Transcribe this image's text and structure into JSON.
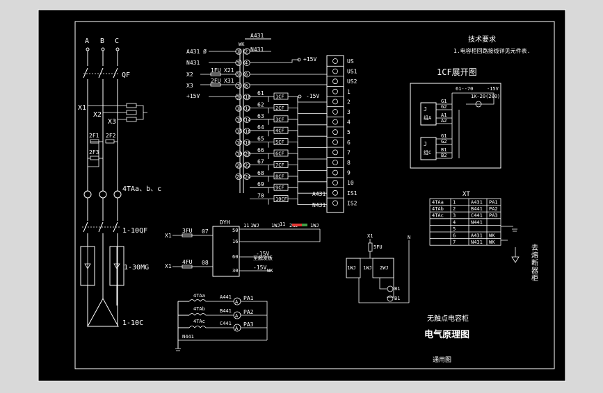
{
  "colors": {
    "canvas": "#d9d9d9",
    "sheet": "#000000",
    "line": "#ffffff",
    "highlight_red": "#e53935",
    "highlight_green": "#43a047"
  },
  "main_circuit": {
    "phases": [
      "A",
      "B",
      "C"
    ],
    "qf": "QF",
    "x1": "X1",
    "x2": "X2",
    "x3": "X3",
    "fuses": [
      "2F1",
      "2F2",
      "2F3"
    ],
    "ct": "4TAa、b、c",
    "qf_group": "1-10QF",
    "mg_group": "1-30MG",
    "cap_group": "1-10C"
  },
  "terminal_block": {
    "header": "A431",
    "left_inputs": [
      "A431 Ø",
      "N431",
      "X2",
      "X3",
      "+15V"
    ],
    "fuse_labels": [
      "1FU",
      "2FU"
    ],
    "x_labels": [
      "X21",
      "X31"
    ],
    "wk": "WK",
    "wk_top": "N431",
    "rows": [
      "1",
      "2",
      "3",
      "4",
      "5",
      "6",
      "7",
      "8",
      "9",
      "10",
      "11",
      "12",
      "13",
      "14",
      "15",
      "16",
      "17",
      "18",
      "19",
      "20",
      "21",
      "22",
      "23",
      "24"
    ],
    "wires": [
      "61",
      "62",
      "63",
      "64",
      "65",
      "66",
      "67",
      "68",
      "69",
      "70"
    ],
    "relays": [
      "1CF",
      "2CF",
      "3CF",
      "4CF",
      "5CF",
      "6CF",
      "7CF",
      "8CF",
      "9CF",
      "10CF"
    ],
    "plus15": "+15V",
    "minus15": "-15V",
    "right_terminals": [
      "US",
      "US1",
      "US2",
      "1",
      "2",
      "3",
      "4",
      "5",
      "6",
      "7",
      "8",
      "9",
      "10",
      "IS1",
      "IS2"
    ],
    "is_labels": [
      "A431",
      "N431"
    ]
  },
  "dyh_block": {
    "title": "DYH",
    "fuse3": "3FU",
    "fuse4": "4FU",
    "x1": "X1",
    "w07": "07",
    "w08": "08",
    "pins": [
      "50",
      "16",
      "60",
      "30"
    ],
    "pin_sub": "11",
    "minus15": "-15V",
    "minus15b": "-15V",
    "wk": "WK",
    "note": "至触发板",
    "line_tags": [
      "11",
      "1WJ",
      "1WJ",
      "11",
      "2WJ",
      "1WJ"
    ]
  },
  "ammeter_block": {
    "cts": [
      "4TAa",
      "4TAb",
      "4TAc"
    ],
    "wires": [
      "A441",
      "B441",
      "C441"
    ],
    "meters": [
      "PA1",
      "PA2",
      "PA3"
    ],
    "n": "N441"
  },
  "tech_req": {
    "title": "技术要求",
    "item": "1.电容柜回路接线详见元件表."
  },
  "cf_diagram": {
    "title": "1CF展开图",
    "top_left": "61--70",
    "top_right": "-15V",
    "resistor": "1K-20(200)",
    "block1": "J\n组A",
    "block2": "J\n组C",
    "pins": [
      "G1",
      "G2",
      "A1",
      "A2",
      "B1",
      "B2"
    ]
  },
  "xt_table": {
    "title": "XT",
    "rows": [
      [
        "4TAa",
        "1",
        "A431",
        "PA1"
      ],
      [
        "4TAb",
        "2",
        "B441",
        "PA2"
      ],
      [
        "4TAc",
        "3",
        "C441",
        "PA3"
      ],
      [
        "",
        "4",
        "N441",
        ""
      ],
      [
        "",
        "5",
        "",
        ""
      ],
      [
        "",
        "6",
        "A431",
        "WK"
      ],
      [
        "",
        "7",
        "N431",
        "WK"
      ]
    ],
    "side_note": "去\n熔\n断\n器\n柜"
  },
  "small_ctl": {
    "x1": "X1",
    "n": "N",
    "fu": "5FU",
    "labels": [
      "1WJ",
      "1WJ",
      "2WJ"
    ],
    "lamps": [
      "B1",
      "B1"
    ]
  },
  "title_block": {
    "name": "无触点电容柜",
    "drawing": "电气原理图",
    "sheet": "通用图"
  }
}
